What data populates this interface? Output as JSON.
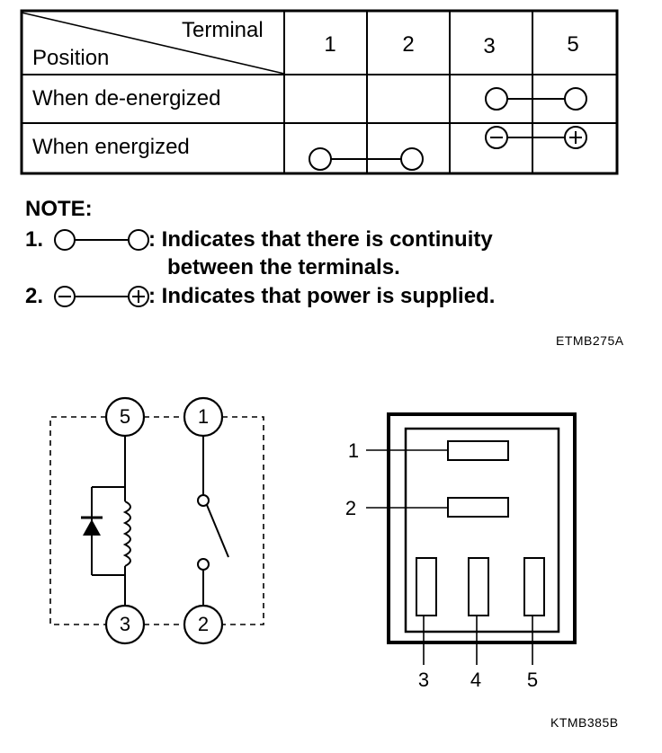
{
  "table": {
    "header_terminal": "Terminal",
    "header_position": "Position",
    "columns": [
      "1",
      "2",
      "3",
      "5"
    ],
    "rows": [
      {
        "label": "When de-energized"
      },
      {
        "label": "When energized"
      }
    ]
  },
  "note": {
    "title": "NOTE:",
    "items": [
      {
        "num": "1.",
        "line1": ": Indicates that there is continuity",
        "line2": "between the terminals."
      },
      {
        "num": "2.",
        "line1": ": Indicates that power is supplied."
      }
    ]
  },
  "codes": {
    "top": "ETMB275A",
    "bottom": "KTMB385B"
  },
  "schematic": {
    "terminals": [
      "5",
      "1",
      "3",
      "2"
    ]
  },
  "connector": {
    "pins": [
      "1",
      "2",
      "3",
      "4",
      "5"
    ]
  }
}
